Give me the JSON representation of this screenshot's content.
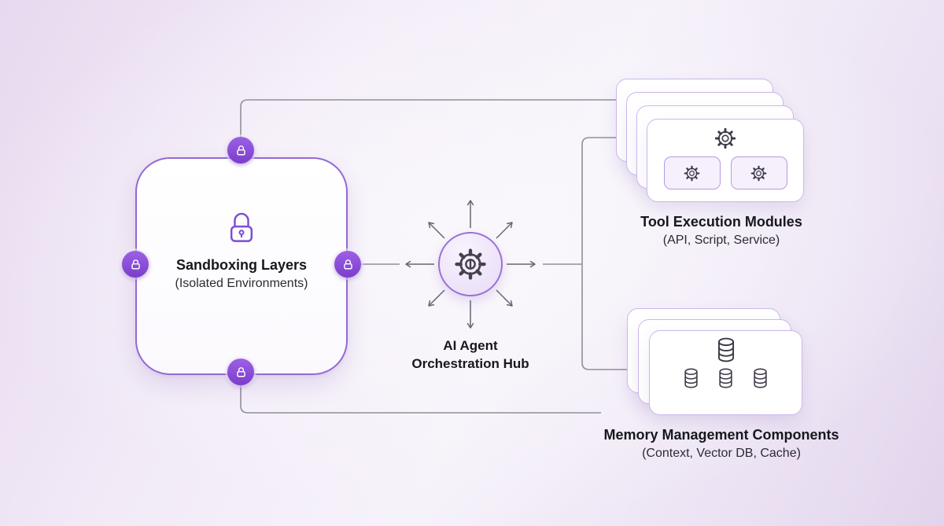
{
  "diagram": {
    "sandbox": {
      "title": "Sandboxing Layers",
      "subtitle": "(Isolated Environments)"
    },
    "hub": {
      "line1": "AI Agent",
      "line2": "Orchestration Hub"
    },
    "tool_modules": {
      "title": "Tool Execution Modules",
      "subtitle": "(API, Script, Service)"
    },
    "memory": {
      "title": "Memory Management Components",
      "subtitle": "(Context, Vector DB, Cache)"
    }
  },
  "icons": {
    "sandbox_center": "lock-icon",
    "sandbox_badges": "lock-icon",
    "hub": "gear-dial-icon",
    "tool_cards": "gear-icon",
    "memory_cards": "database-icon"
  },
  "colors": {
    "accent": "#8b5cf6",
    "badge_purple": "#8a4fd6",
    "box_border": "#9468d3",
    "card_border": "#ccb8ea",
    "chip_fill": "#f5f0fc",
    "connector_gray": "#90909a",
    "icon_dark": "#3e3947",
    "text_primary": "#17171d",
    "text_secondary": "#2b2b33"
  }
}
